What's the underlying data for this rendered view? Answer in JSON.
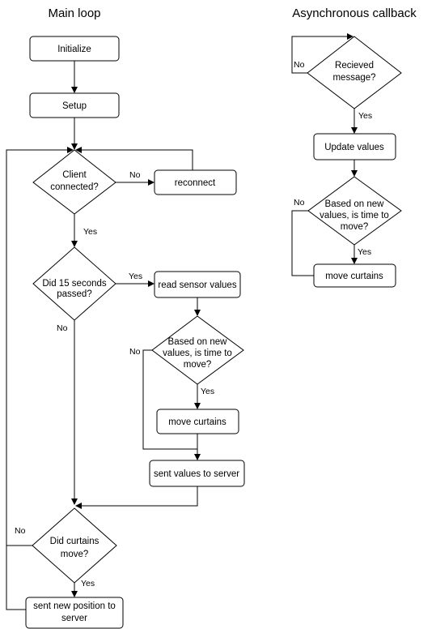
{
  "titles": {
    "main": "Main loop",
    "async": "Asynchronous callback"
  },
  "main": {
    "initialize": "Initialize",
    "setup": "Setup",
    "client_connected": [
      "Client",
      "connected?"
    ],
    "reconnect": "reconnect",
    "did_15_seconds": [
      "Did 15 seconds",
      "passed?"
    ],
    "read_sensor": "read sensor values",
    "based_on_new": [
      "Based on new",
      "values, is time to",
      "move?"
    ],
    "move_curtains": "move curtains",
    "sent_values": "sent values to server",
    "did_curtains_move": [
      "Did curtains",
      "move?"
    ],
    "sent_position": [
      "sent new position to",
      "server"
    ]
  },
  "async": {
    "received_message": [
      "Recieved",
      "message?"
    ],
    "update_values": "Update values",
    "based_on_new": [
      "Based on new",
      "values, is time to",
      "move?"
    ],
    "move_curtains": "move curtains"
  },
  "edge_labels": {
    "no": "No",
    "yes": "Yes"
  }
}
